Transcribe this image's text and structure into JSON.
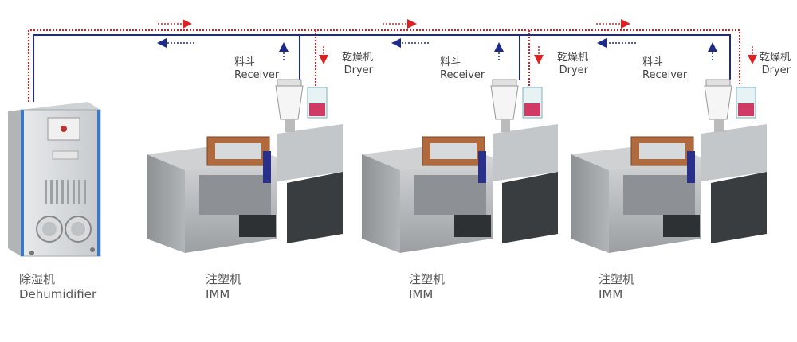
{
  "labels": {
    "dehumidifier_cn": "除湿机",
    "dehumidifier_en": "Dehumidifier",
    "imm_cn": "注塑机",
    "imm_en": "IMM",
    "receiver_cn": "料斗",
    "receiver_en": "Receiver",
    "dryer_cn": "乾燥机",
    "dryer_en": "Dryer"
  },
  "units": [
    {
      "id": 1,
      "imm_cn": "注塑机",
      "imm_en": "IMM",
      "receiver_cn": "料斗",
      "receiver_en": "Receiver",
      "dryer_cn": "乾燥机",
      "dryer_en": "Dryer"
    },
    {
      "id": 2,
      "imm_cn": "注塑机",
      "imm_en": "IMM",
      "receiver_cn": "料斗",
      "receiver_en": "Receiver",
      "dryer_cn": "乾燥机",
      "dryer_en": "Dryer"
    },
    {
      "id": 3,
      "imm_cn": "注塑机",
      "imm_en": "IMM",
      "receiver_cn": "料斗",
      "receiver_en": "Receiver",
      "dryer_cn": "乾燥机",
      "dryer_en": "Dryer"
    }
  ],
  "colors": {
    "supply_line": "#e02020",
    "return_line": "#1c2a8c",
    "machine_body": "#b9bcbf",
    "mold_frame": "#b06a3e",
    "dehumidifier_trim": "#3a78c8"
  }
}
